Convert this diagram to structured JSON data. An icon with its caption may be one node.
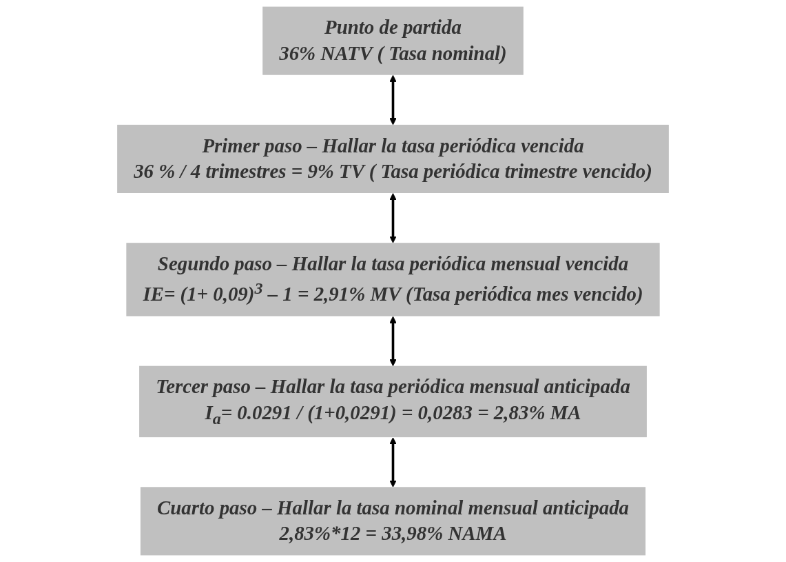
{
  "diagram": {
    "nodes": [
      {
        "text": [
          "Punto de partida",
          "36% NATV ( Tasa nominal)"
        ]
      },
      {
        "text": [
          "Primer paso – Hallar la tasa periódica vencida",
          "36 % / 4 trimestres = 9% TV ( Tasa periódica trimestre vencido)"
        ]
      },
      {
        "text": [
          "Segundo paso – Hallar la tasa periódica mensual vencida",
          "IE= (1+ 0,09)$^{3}$ – 1 = 2,91% MV (Tasa periódica mes vencido)"
        ]
      },
      {
        "text": [
          "Tercer paso – Hallar la tasa periódica mensual anticipada",
          "I$_{a}$= 0.0291 / (1+0,0291) = 0,0283 = 2,83% MA"
        ]
      },
      {
        "text": [
          "Cuarto paso – Hallar la tasa nominal mensual anticipada",
          "2,83%*12 = 33,98% NAMA"
        ]
      }
    ],
    "edges": [
      {
        "from": 0,
        "to": 1,
        "arrow": "both"
      },
      {
        "from": 1,
        "to": 2,
        "arrow": "both"
      },
      {
        "from": 2,
        "to": 3,
        "arrow": "both"
      },
      {
        "from": 3,
        "to": 4,
        "arrow": "both"
      }
    ]
  }
}
